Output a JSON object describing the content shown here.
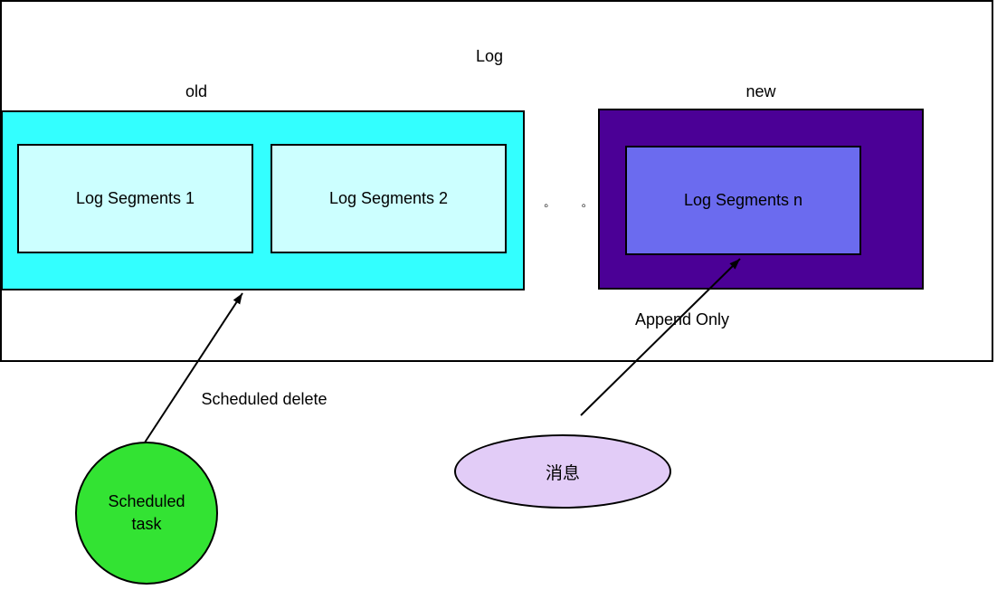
{
  "diagram": {
    "title": "Log",
    "region_labels": {
      "old": "old",
      "new": "new"
    },
    "nodes": {
      "log_segment_1": "Log Segments 1",
      "log_segment_2": "Log Segments 2",
      "log_segment_n": "Log Segments n",
      "scheduled_task_line1": "Scheduled",
      "scheduled_task_line2": "task",
      "message": "消息"
    },
    "edges": {
      "scheduled_delete": "Scheduled delete",
      "append_only": "Append Only"
    },
    "ellipsis": "◦ ◦ ◦",
    "colors": {
      "old_region_fill": "#33FFFF",
      "segment_fill": "#CCFFFF",
      "new_region_fill": "#4B0096",
      "segment_n_fill": "#6B6BEF",
      "scheduled_task_fill": "#33E333",
      "message_fill": "#E2CCF7",
      "stroke": "#000000"
    }
  }
}
